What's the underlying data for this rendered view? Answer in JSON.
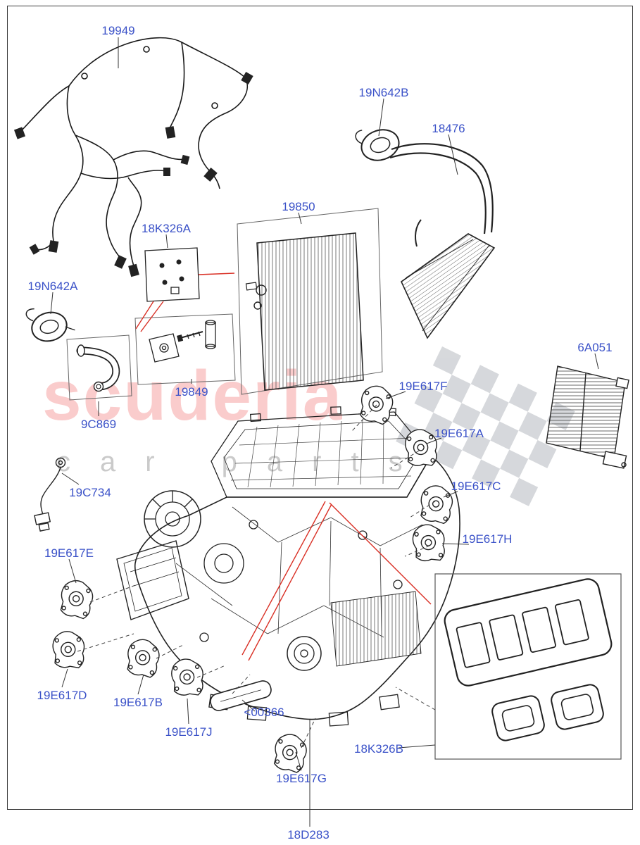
{
  "diagram": {
    "kind": "exploded-parts-diagram",
    "subject": "heater and air conditioning main unit"
  },
  "labels": {
    "p19949": "19949",
    "p19N642B": "19N642B",
    "p18476": "18476",
    "p19850": "19850",
    "p18K326A": "18K326A",
    "p19N642A": "19N642A",
    "p9C869": "9C869",
    "p19849": "19849",
    "p6A051": "6A051",
    "p19E617F": "19E617F",
    "p19E617A": "19E617A",
    "p19C734": "19C734",
    "p19E617C": "19E617C",
    "p19E617H": "19E617H",
    "p19E617E": "19E617E",
    "p19E617D": "19E617D",
    "p19E617B": "19E617B",
    "p19E617J": "19E617J",
    "p00366": "<00366",
    "p18K326B": "18K326B",
    "p19E617G": "19E617G",
    "p18D283": "18D283"
  },
  "watermark": {
    "brand": "scuderia",
    "tagline": "car parts"
  },
  "colors": {
    "part_label": "#3b52c8",
    "reference_line_red": "#d93025",
    "drawing_line": "#222222",
    "watermark_pink": "#f28686",
    "watermark_gray": "#969696"
  }
}
